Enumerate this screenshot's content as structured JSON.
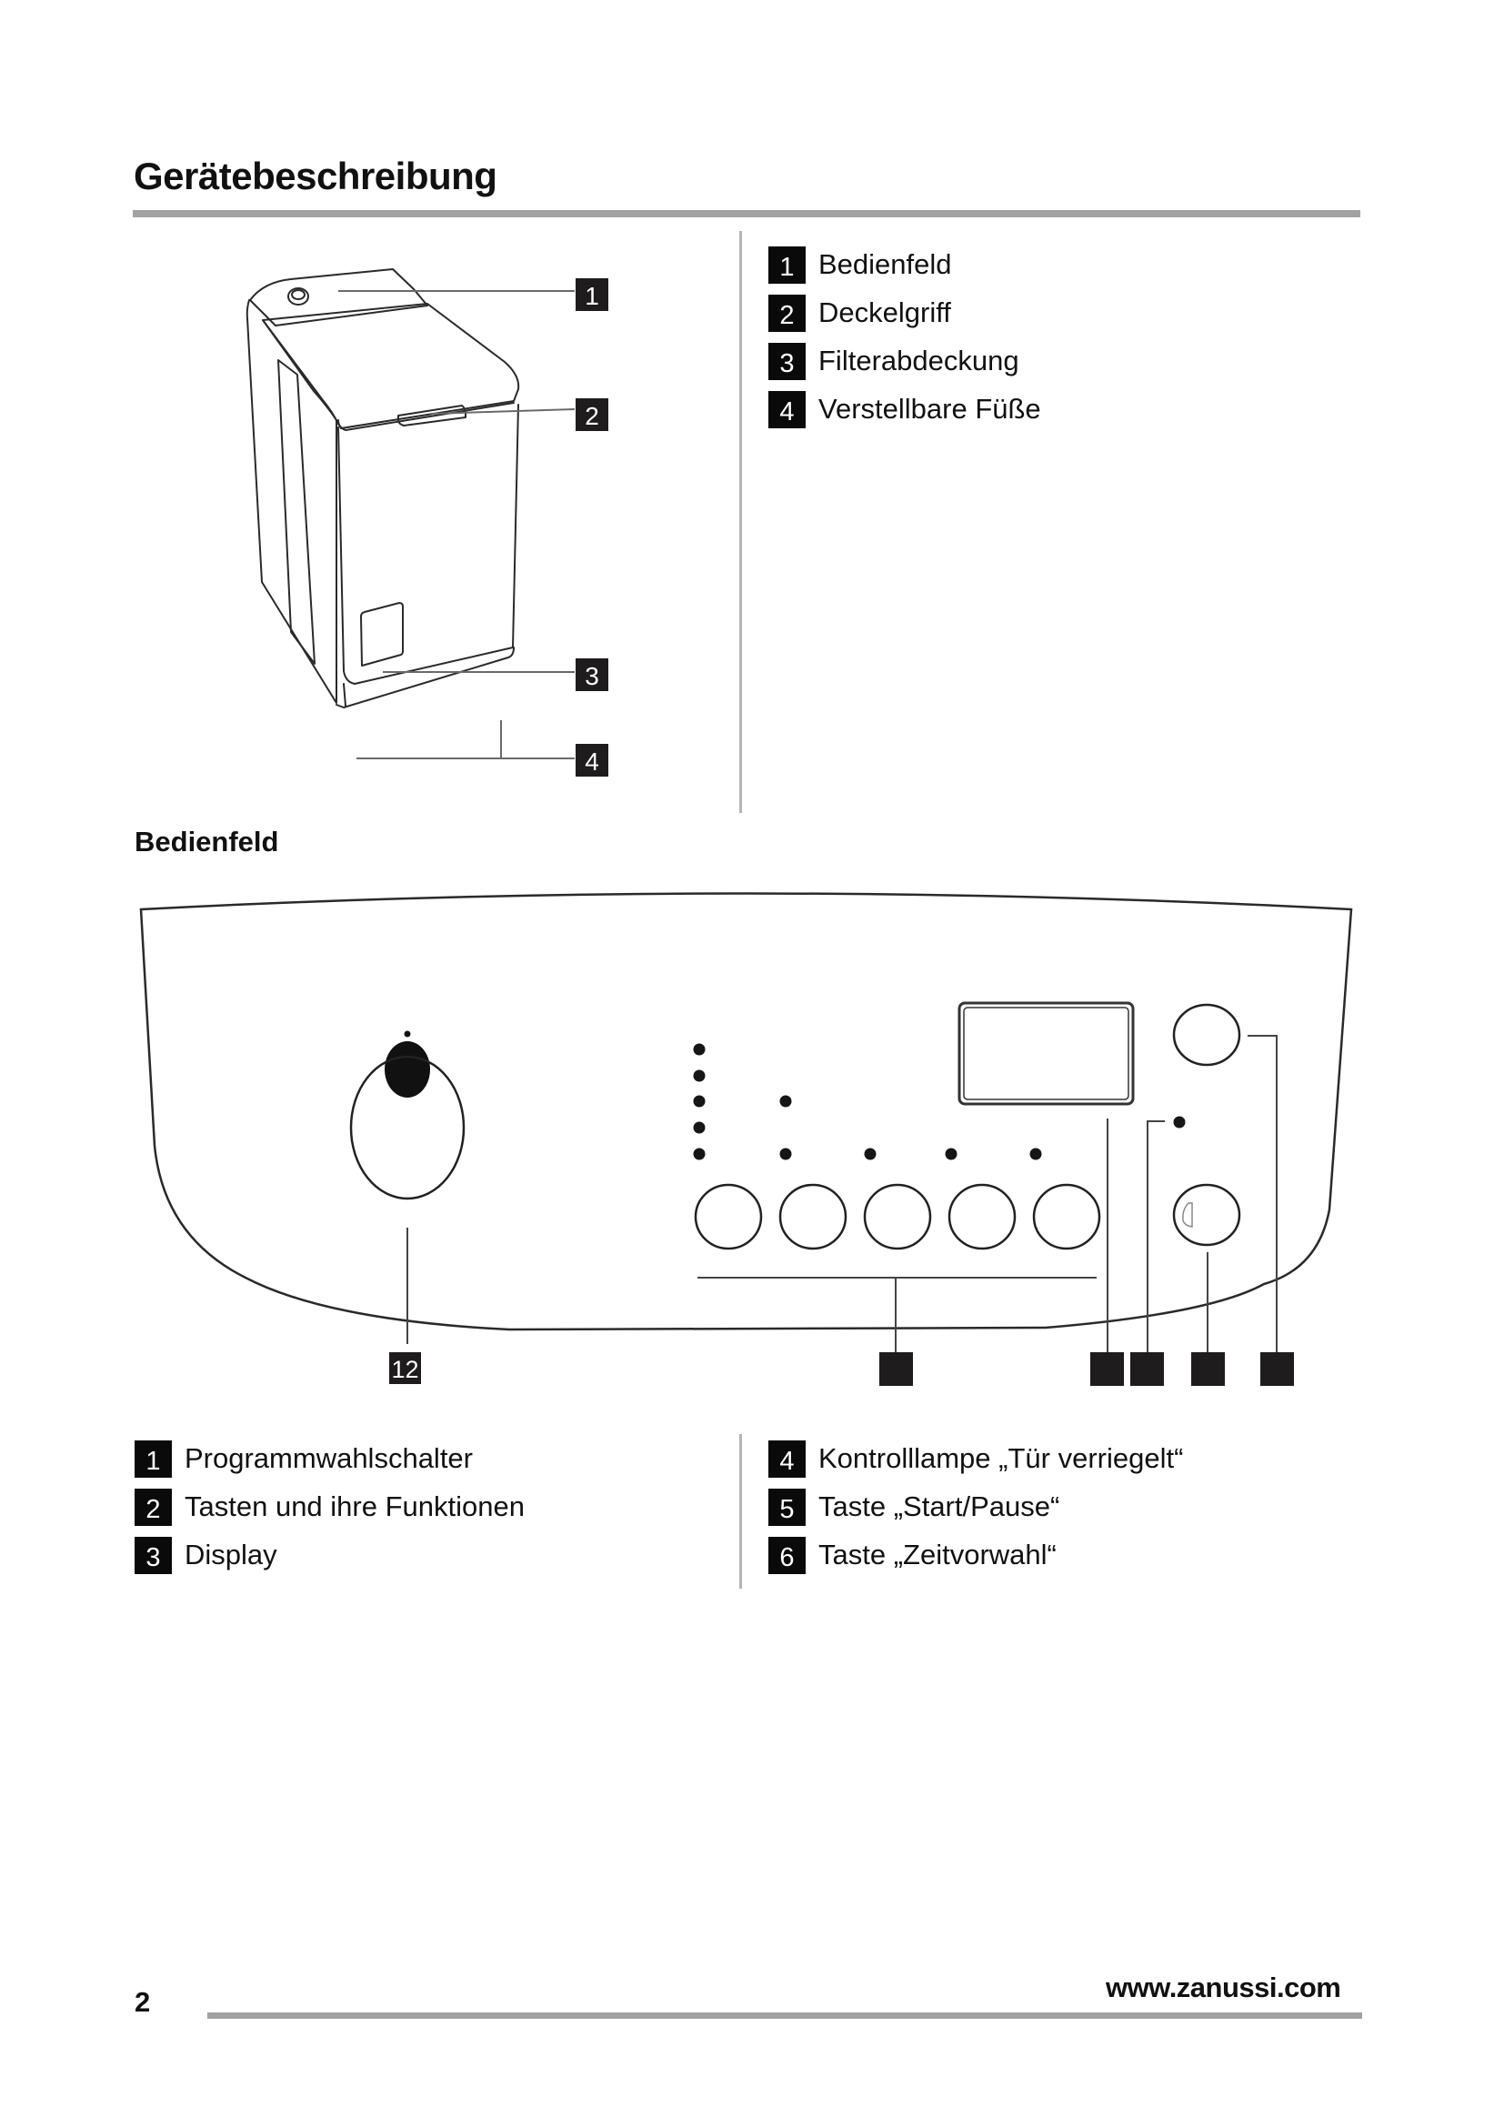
{
  "page": {
    "title": "Gerätebeschreibung",
    "page_number": "2",
    "website": "www.zanussi.com"
  },
  "device_overview": {
    "callouts": [
      "1",
      "2",
      "3",
      "4"
    ],
    "legend": [
      {
        "number": "1",
        "label": "Bedienfeld"
      },
      {
        "number": "2",
        "label": "Deckelgriff"
      },
      {
        "number": "3",
        "label": "Filterabdeckung"
      },
      {
        "number": "4",
        "label": "Verstellbare Füße"
      }
    ]
  },
  "control_panel": {
    "section_title": "Bedienfeld",
    "callouts": [
      "12",
      "",
      "",
      "",
      "",
      ""
    ],
    "legend_left": [
      {
        "number": "1",
        "label": "Programmwahlschalter"
      },
      {
        "number": "2",
        "label": "Tasten und ihre Funktionen"
      },
      {
        "number": "3",
        "label": "Display"
      }
    ],
    "legend_right": [
      {
        "number": "4",
        "label": "Kontrolllampe „Tür verriegelt“"
      },
      {
        "number": "5",
        "label": "Taste „Start/Pause“"
      },
      {
        "number": "6",
        "label": "Taste „Zeitvorwahl“"
      }
    ]
  },
  "colors": {
    "badge": "#0a0a0a",
    "rule": "#a2a2a2",
    "line_art": "#2a2a2a"
  }
}
